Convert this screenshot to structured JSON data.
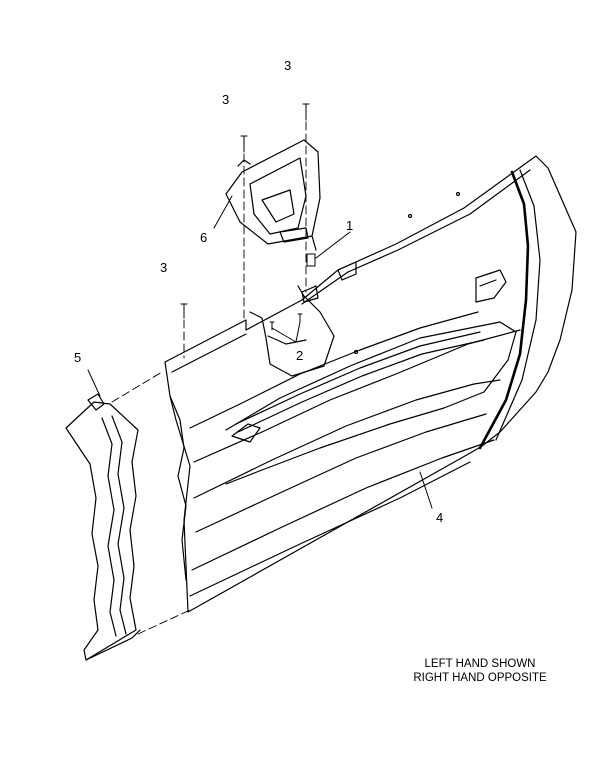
{
  "callouts": {
    "c1": "1",
    "c2": "2",
    "c3a": "3",
    "c3b": "3",
    "c3c": "3",
    "c4": "4",
    "c5": "5",
    "c6": "6"
  },
  "note": {
    "line1": "LEFT HAND SHOWN",
    "line2": "RIGHT HAND OPPOSITE"
  }
}
